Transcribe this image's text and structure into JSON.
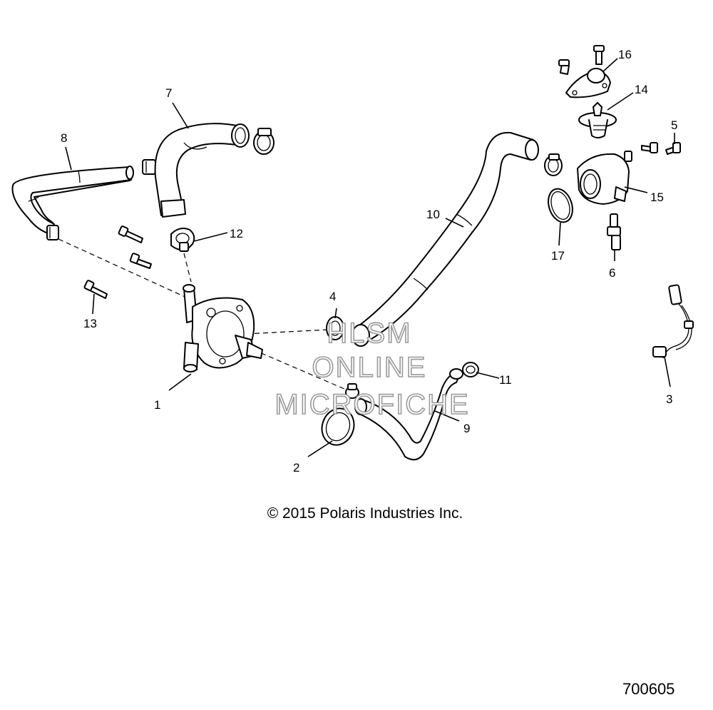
{
  "callouts": [
    {
      "id": "1",
      "text": "1"
    },
    {
      "id": "2",
      "text": "2"
    },
    {
      "id": "3",
      "text": "3"
    },
    {
      "id": "4",
      "text": "4"
    },
    {
      "id": "5",
      "text": "5"
    },
    {
      "id": "6",
      "text": "6"
    },
    {
      "id": "7",
      "text": "7"
    },
    {
      "id": "8",
      "text": "8"
    },
    {
      "id": "9",
      "text": "9"
    },
    {
      "id": "10",
      "text": "10"
    },
    {
      "id": "11",
      "text": "11"
    },
    {
      "id": "12",
      "text": "12"
    },
    {
      "id": "13",
      "text": "13"
    },
    {
      "id": "14",
      "text": "14"
    },
    {
      "id": "15",
      "text": "15"
    },
    {
      "id": "16",
      "text": "16"
    },
    {
      "id": "17",
      "text": "17"
    }
  ],
  "watermark": {
    "line1": "HLSM",
    "line2": "ONLINE",
    "line3": "MICROFICHE"
  },
  "copyright": "© 2015 Polaris Industries Inc.",
  "figure_id": "700605"
}
